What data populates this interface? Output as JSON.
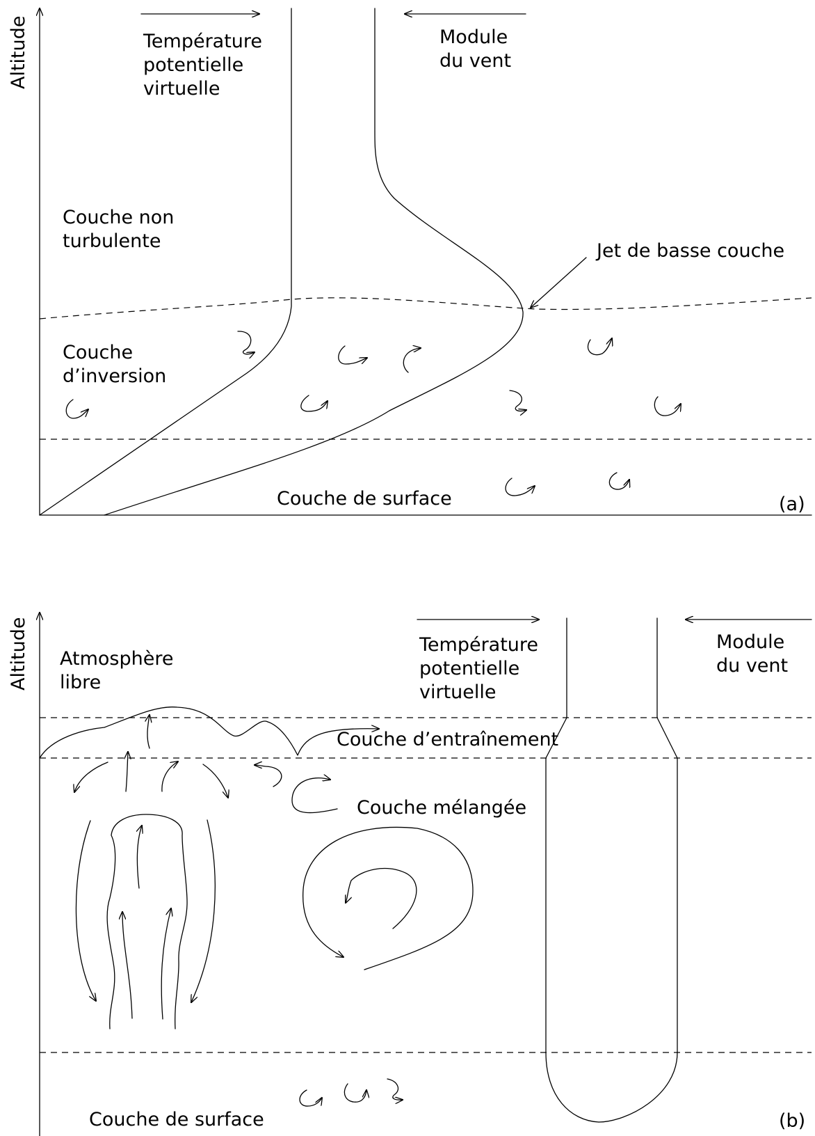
{
  "panel_a": {
    "y_axis": "Altitude",
    "theta_label": "Température\npotentielle\nvirtuelle",
    "wind_label": "Module\ndu vent",
    "non_turbulent": "Couche non\nturbulente",
    "inversion": "Couche\nd’inversion",
    "jet": "Jet de basse couche",
    "surface": "Couche de surface",
    "tag": "(a)"
  },
  "panel_b": {
    "y_axis": "Altitude",
    "free_atmosphere": "Atmosphère\nlibre",
    "theta_label": "Température\npotentielle\nvirtuelle",
    "wind_label": "Module\ndu vent",
    "entrainment": "Couche d’entraînement",
    "mixed": "Couche mélangée",
    "surface": "Couche de surface",
    "tag": "(b)"
  }
}
